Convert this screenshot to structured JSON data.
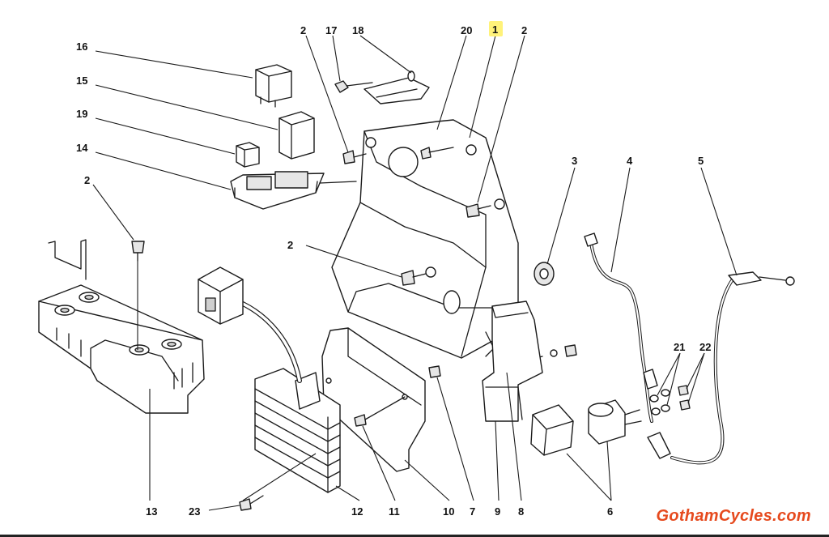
{
  "labels": {
    "l1": "1",
    "l2a": "2",
    "l2b": "2",
    "l2c": "2",
    "l2d": "2",
    "l3": "3",
    "l4": "4",
    "l5": "5",
    "l6": "6",
    "l7": "7",
    "l8": "8",
    "l9": "9",
    "l10": "10",
    "l11": "11",
    "l12": "12",
    "l13": "13",
    "l14": "14",
    "l15": "15",
    "l16": "16",
    "l17": "17",
    "l18": "18",
    "l19": "19",
    "l20": "20",
    "l21": "21",
    "l22": "22",
    "l23": "23"
  },
  "highlighted_label": "1",
  "highlight_color": "#fff27a",
  "brand": {
    "text": "GothamCycles.com",
    "color": "#e64a1e"
  }
}
